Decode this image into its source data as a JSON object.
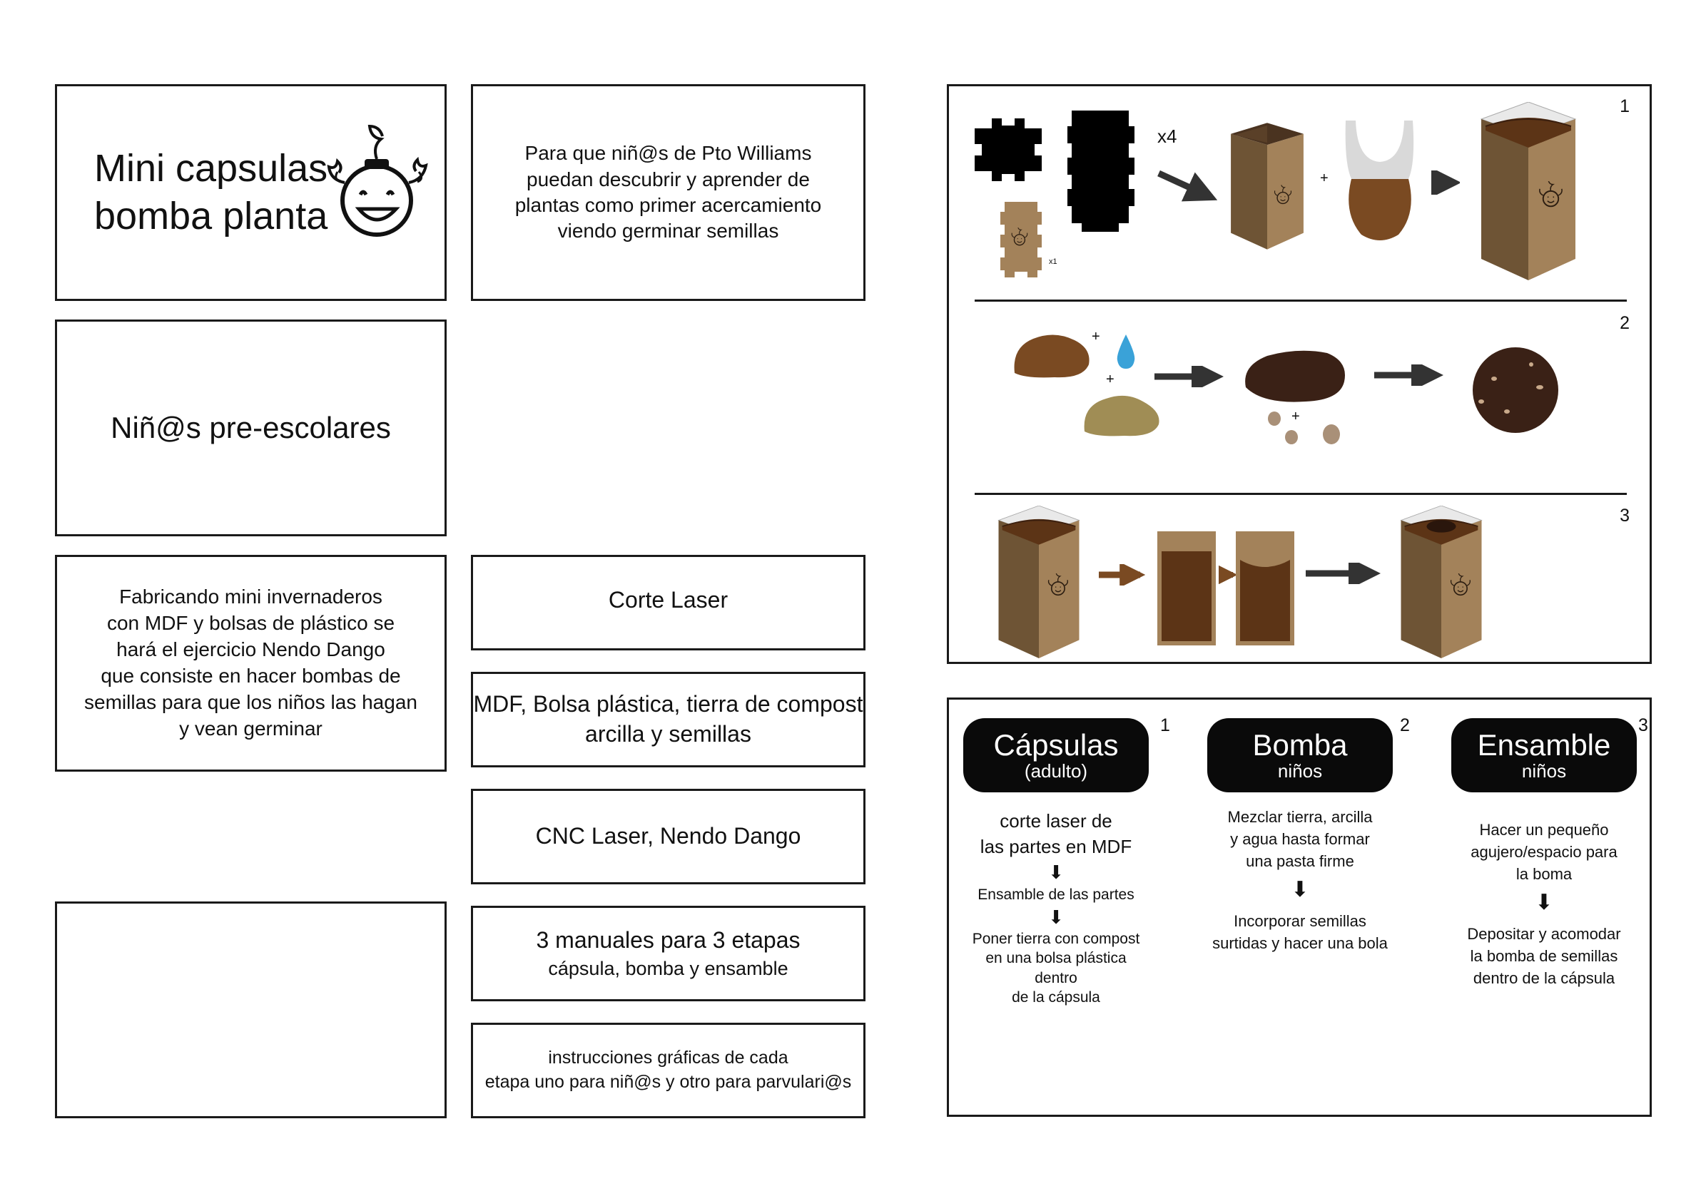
{
  "title_card": {
    "title": "Mini capsulas\nbomba planta"
  },
  "purpose_card": {
    "text": "Para que niñ@s de Pto Williams\npuedan descubrir y aprender de\nplantas como primer acercamiento\nviendo germinar semillas"
  },
  "audience_card": {
    "text": "Niñ@s pre-escolares"
  },
  "method_card": {
    "text": "Fabricando mini invernaderos\ncon MDF y bolsas de plástico se\nhará el ejercicio Nendo Dango\nque consiste en hacer bombas de\nsemillas para que los niños las hagan\ny vean germinar"
  },
  "technique_card": {
    "text": "Corte Laser"
  },
  "materials_card": {
    "text": "MDF, Bolsa plástica, tierra de compost\narcilla y semillas"
  },
  "tools_card": {
    "text": "CNC Laser, Nendo Dango"
  },
  "manuals_card": {
    "line1": "3 manuales para 3 etapas",
    "line2": "cápsula, bomba y ensamble"
  },
  "instructions_card": {
    "text": "instrucciones gráficas de cada\netapa uno para niñ@s y otro para parvulari@s"
  },
  "diagram_panel": {
    "row1": {
      "number": "1",
      "count_large": "x4",
      "count_small": "x1",
      "plus": "+"
    },
    "row2": {
      "number": "2",
      "plus_a": "+",
      "plus_b": "+",
      "plus_c": "+"
    },
    "row3": {
      "number": "3"
    }
  },
  "steps_panel": {
    "steps": [
      {
        "number": "1",
        "title": "Cápsulas",
        "subtitle": "(adulto)",
        "items": [
          "corte laser de\nlas partes en MDF",
          "Ensamble de las partes",
          "Poner tierra con compost\nen una bolsa plástica dentro\nde la cápsula"
        ]
      },
      {
        "number": "2",
        "title": "Bomba",
        "subtitle": "niños",
        "items": [
          "Mezclar tierra, arcilla\ny agua hasta formar\nuna pasta firme",
          "Incorporar semillas\nsurtidas y hacer una bola"
        ]
      },
      {
        "number": "3",
        "title": "Ensamble",
        "subtitle": "niños",
        "items": [
          "Hacer un pequeño\nagujero/espacio para\nla boma",
          "Depositar y acomodar\nla bomba de semillas\ndentro de la cápsula"
        ]
      }
    ]
  },
  "colors": {
    "mdf_light": "#a3825a",
    "mdf_dark": "#6e5435",
    "soil": "#7a4a22",
    "soil_dark": "#3a2116",
    "clay": "#a08d55",
    "water": "#3aa2d8",
    "bag": "#d9d9d9",
    "pill": "#0a0a0a"
  }
}
